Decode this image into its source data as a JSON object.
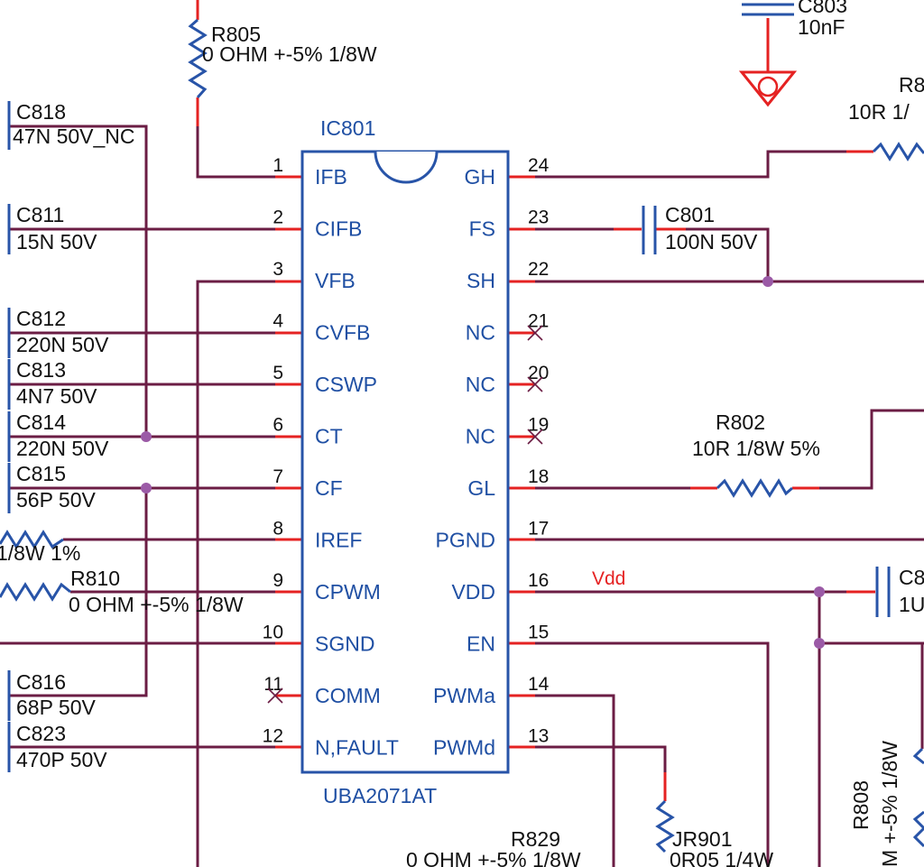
{
  "ic": {
    "ref": "IC801",
    "part": "UBA2071AT",
    "left_pins": [
      {
        "num": "1",
        "name": "IFB"
      },
      {
        "num": "2",
        "name": "CIFB"
      },
      {
        "num": "3",
        "name": "VFB"
      },
      {
        "num": "4",
        "name": "CVFB"
      },
      {
        "num": "5",
        "name": "CSWP"
      },
      {
        "num": "6",
        "name": "CT"
      },
      {
        "num": "7",
        "name": "CF"
      },
      {
        "num": "8",
        "name": "IREF"
      },
      {
        "num": "9",
        "name": "CPWM"
      },
      {
        "num": "10",
        "name": "SGND"
      },
      {
        "num": "11",
        "name": "COMM"
      },
      {
        "num": "12",
        "name": "N,FAULT"
      }
    ],
    "right_pins": [
      {
        "num": "24",
        "name": "GH"
      },
      {
        "num": "23",
        "name": "FS"
      },
      {
        "num": "22",
        "name": "SH"
      },
      {
        "num": "21",
        "name": "NC"
      },
      {
        "num": "20",
        "name": "NC"
      },
      {
        "num": "19",
        "name": "NC"
      },
      {
        "num": "18",
        "name": "GL"
      },
      {
        "num": "17",
        "name": "PGND"
      },
      {
        "num": "16",
        "name": "VDD"
      },
      {
        "num": "15",
        "name": "EN"
      },
      {
        "num": "14",
        "name": "PWMa"
      },
      {
        "num": "13",
        "name": "PWMd"
      }
    ]
  },
  "components": {
    "r805": {
      "ref": "R805",
      "value": "0 OHM +-5% 1/8W"
    },
    "c803": {
      "ref": "C803",
      "value": "10nF"
    },
    "r8_top": {
      "ref": "R8",
      "value": "10R 1/"
    },
    "c818": {
      "ref": "C818",
      "value": "47N 50V_NC"
    },
    "c811": {
      "ref": "C811",
      "value": "15N 50V"
    },
    "c812": {
      "ref": "C812",
      "value": "220N 50V"
    },
    "c813": {
      "ref": "C813",
      "value": "4N7 50V"
    },
    "c814": {
      "ref": "C814",
      "value": "220N 50V"
    },
    "c815": {
      "ref": "C815",
      "value": "56P 50V"
    },
    "r_iref": {
      "value": "1/8W 1%"
    },
    "r810": {
      "ref": "R810",
      "value": "0 OHM +-5% 1/8W"
    },
    "c816": {
      "ref": "C816",
      "value": "68P 50V"
    },
    "c823": {
      "ref": "C823",
      "value": "470P 50V"
    },
    "c801": {
      "ref": "C801",
      "value": "100N 50V"
    },
    "r802": {
      "ref": "R802",
      "value": "10R 1/8W 5%"
    },
    "c8_vdd": {
      "ref": "C8",
      "value": "1U"
    },
    "r829": {
      "ref": "R829",
      "value": "0 OHM +-5% 1/8W"
    },
    "jr901": {
      "ref": "JR901",
      "value": "0R05 1/4W"
    },
    "r808": {
      "ref": "R808",
      "value": "M +-5% 1/8W"
    }
  },
  "nets": {
    "vdd": "Vdd"
  },
  "colors": {
    "wire": "#6b1d44",
    "pin": "#e52222",
    "component": "#2854a8",
    "pin_name": "#1f4fa3",
    "junction": "#9b5aa6",
    "net_label": "#e52222"
  }
}
